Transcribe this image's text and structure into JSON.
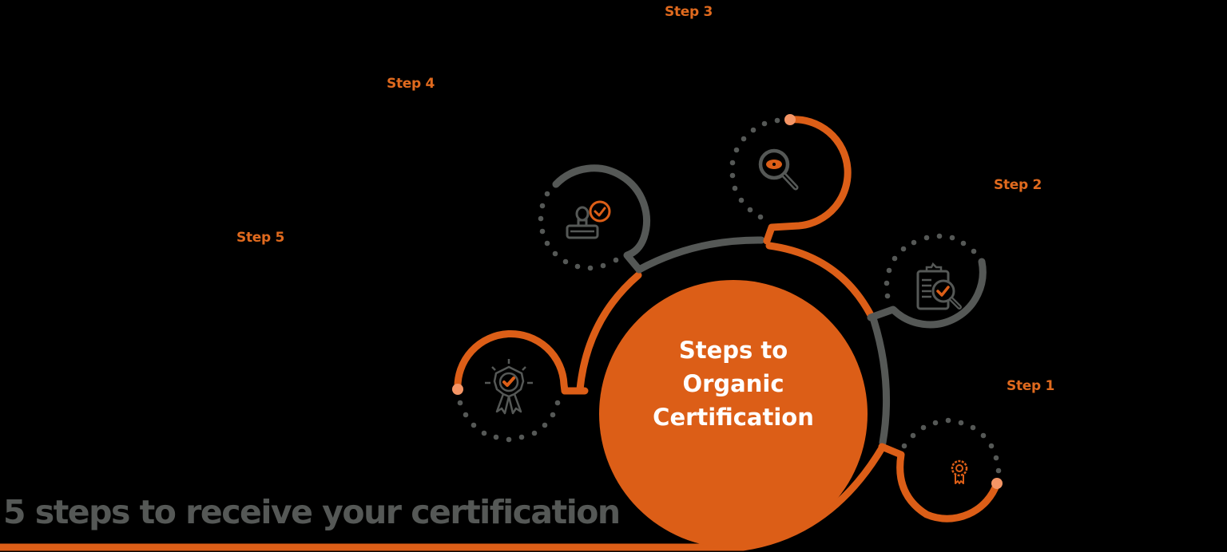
{
  "diagram": {
    "center_title": [
      "Steps to",
      "Organic",
      "Certification"
    ],
    "subtitle": "5 steps to receive your certification",
    "colors": {
      "accent": "#dc5e17",
      "accent_light": "#f59565",
      "grey": "#555856",
      "background": "#000000",
      "text_center": "#ffffff"
    },
    "steps": [
      {
        "label": "Step 1",
        "icon": "award-badge-icon"
      },
      {
        "label": "Step 2",
        "icon": "clipboard-search-check-icon"
      },
      {
        "label": "Step 3",
        "icon": "magnifier-eye-icon"
      },
      {
        "label": "Step 4",
        "icon": "stamp-check-icon"
      },
      {
        "label": "Step 5",
        "icon": "certificate-ribbon-check-icon"
      }
    ]
  }
}
